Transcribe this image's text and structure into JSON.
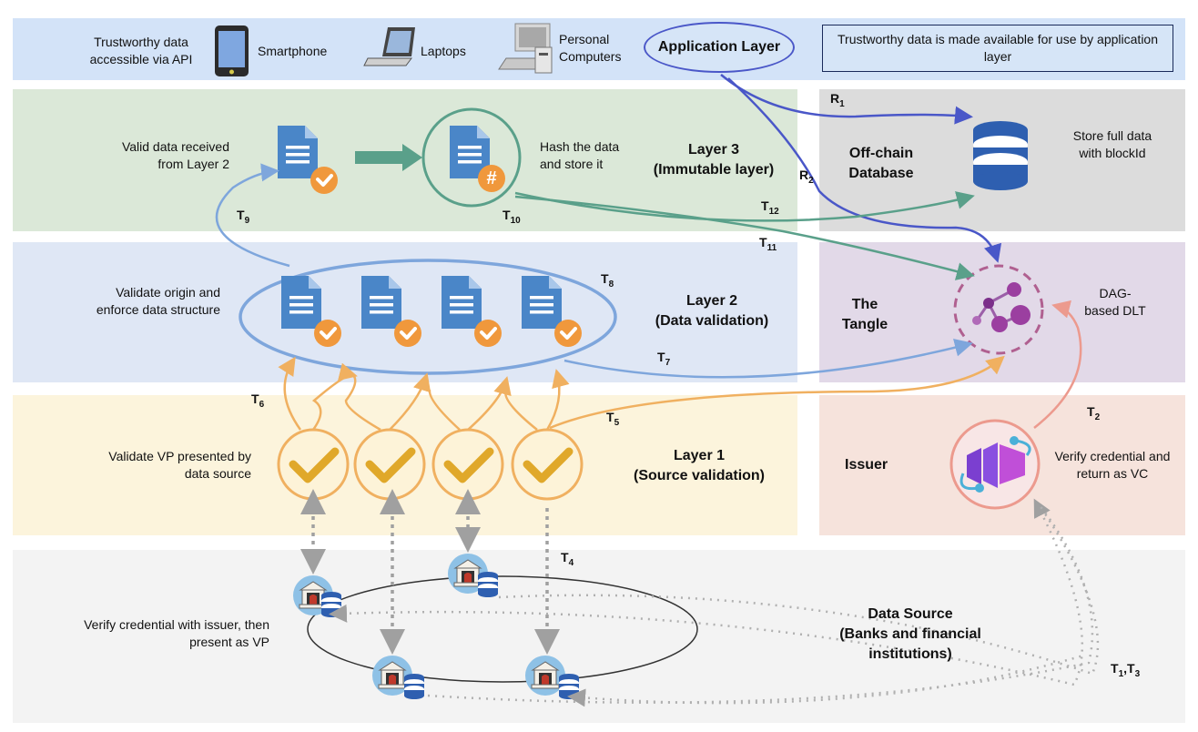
{
  "top": {
    "api_text": "Trustworthy data accessible via API",
    "smartphone": "Smartphone",
    "laptops": "Laptops",
    "pcs": "Personal Computers",
    "application_layer": "Application Layer",
    "app_box": "Trustworthy data is made available for use by application layer"
  },
  "layer3": {
    "left_text": "Valid data received from Layer 2",
    "hash_text": "Hash the data and store it",
    "title_1": "Layer 3",
    "title_2": "(Immutable layer)"
  },
  "layer2": {
    "left_text": "Validate origin and enforce data structure",
    "title_1": "Layer 2",
    "title_2": "(Data validation)"
  },
  "layer1": {
    "left_text": "Validate VP presented by data source",
    "title_1": "Layer 1",
    "title_2": "(Source validation)"
  },
  "datasource": {
    "left_text": "Verify credential with issuer, then present as VP",
    "title_1": "Data Source",
    "title_2": "(Banks and financial",
    "title_3": "institutions)"
  },
  "offchain": {
    "title_1": "Off-chain",
    "title_2": "Database",
    "right_text": "Store full data with blockId"
  },
  "tangle": {
    "title_1": "The",
    "title_2": "Tangle",
    "right_text": "DAG-based DLT"
  },
  "issuer": {
    "title": "Issuer",
    "right_text": "Verify credential and return as VC"
  },
  "labels": {
    "R1": {
      "main": "R",
      "sub": "1"
    },
    "R2": {
      "main": "R",
      "sub": "2"
    },
    "T2": {
      "main": "T",
      "sub": "2"
    },
    "T4": {
      "main": "T",
      "sub": "4"
    },
    "T5": {
      "main": "T",
      "sub": "5"
    },
    "T6": {
      "main": "T",
      "sub": "6"
    },
    "T7": {
      "main": "T",
      "sub": "7"
    },
    "T8": {
      "main": "T",
      "sub": "8"
    },
    "T9": {
      "main": "T",
      "sub": "9"
    },
    "T10": {
      "main": "T",
      "sub": "10"
    },
    "T11": {
      "main": "T",
      "sub": "11"
    },
    "T12": {
      "main": "T",
      "sub": "12"
    },
    "T13_a": {
      "main": "T",
      "sub": "1"
    },
    "T13_b": {
      "main": "T",
      "sub": "3"
    }
  },
  "icons": {
    "hash": "#"
  },
  "colors": {
    "top_band": "#dae8fc",
    "layer3_band": "#d5e8d4",
    "layer2_band": "#dae8fc",
    "layer1_band": "#fff2cc",
    "datasource_band": "#f5f5f5",
    "offchain_band": "#e0e0e0",
    "tangle_band": "#e1d5e7",
    "issuer_band": "#f8cecc",
    "doc_blue": "#4a86c8",
    "check_orange": "#f0a030",
    "teal": "#5aa08a",
    "blue_arrow": "#4a57c8",
    "tangle_purple": "#9b3fa0",
    "issuer_red": "#e89090"
  }
}
